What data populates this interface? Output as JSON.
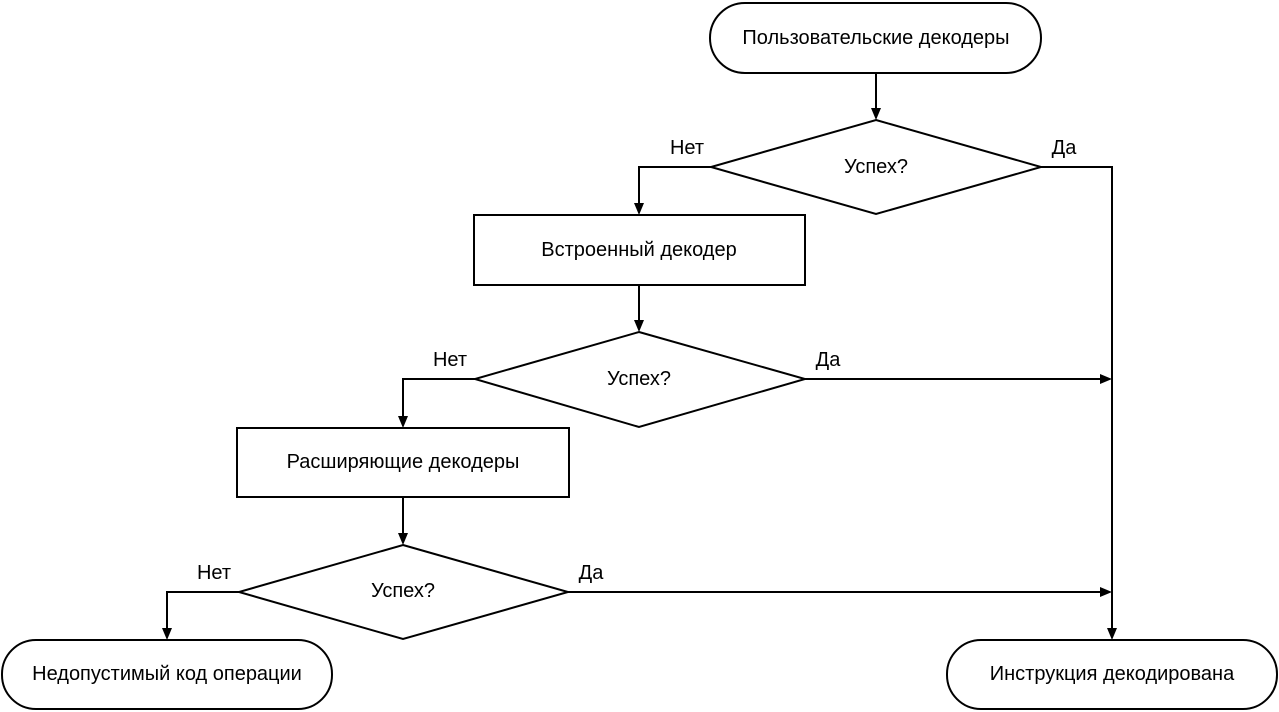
{
  "nodes": {
    "user_decoders": "Пользовательские декодеры",
    "check_1": "Успех?",
    "builtin_decoder": "Встроенный декодер",
    "check_2": "Успех?",
    "extension_decoders": "Расширяющие декодеры",
    "check_3": "Успех?",
    "invalid_opcode": "Недопустимый код операции",
    "instruction_decoded": "Инструкция декодирована"
  },
  "edges": {
    "check_1_no": "Нет",
    "check_1_yes": "Да",
    "check_2_no": "Нет",
    "check_2_yes": "Да",
    "check_3_no": "Нет",
    "check_3_yes": "Да"
  },
  "colors": {
    "stroke": "#000000",
    "fill": "#ffffff",
    "text": "#000000"
  }
}
